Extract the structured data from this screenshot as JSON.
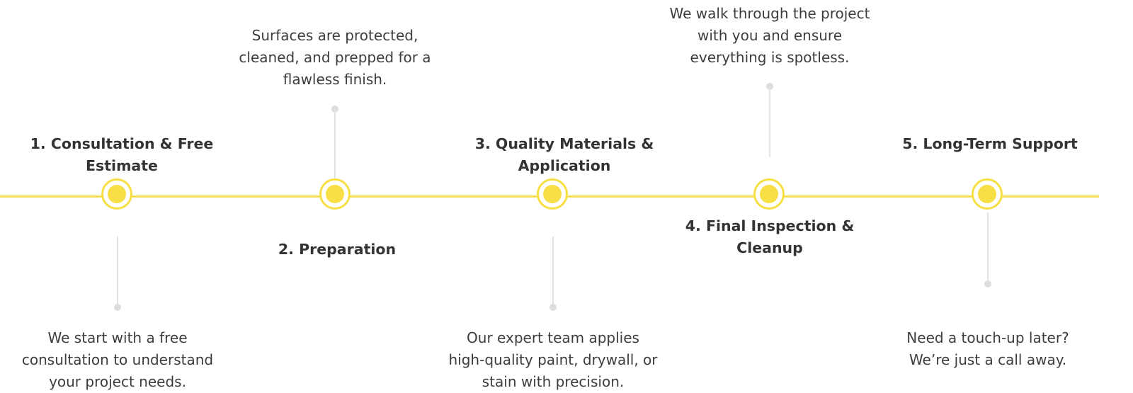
{
  "process": {
    "accent_color": "#f8df45",
    "steps": [
      {
        "title_line1": "1. Consultation & Free",
        "title_line2": "Estimate",
        "desc_line1": "We start with a free",
        "desc_line2": "consultation to understand",
        "desc_line3": "your project needs."
      },
      {
        "title_line1": "2. Preparation",
        "desc_line1": "Surfaces are protected,",
        "desc_line2": "cleaned, and prepped for a",
        "desc_line3": "flawless finish."
      },
      {
        "title_line1": "3. Quality Materials &",
        "title_line2": "Application",
        "desc_line1": "Our expert team applies",
        "desc_line2": "high-quality paint, drywall, or",
        "desc_line3": "stain with precision."
      },
      {
        "title_line1": "4. Final Inspection &",
        "title_line2": "Cleanup",
        "desc_line1": "We walk through the project",
        "desc_line2": "with you and ensure",
        "desc_line3": "everything is spotless."
      },
      {
        "title_line1": "5. Long-Term Support",
        "desc_line1": "Need a touch-up later?",
        "desc_line2": "We’re just a call away."
      }
    ]
  }
}
